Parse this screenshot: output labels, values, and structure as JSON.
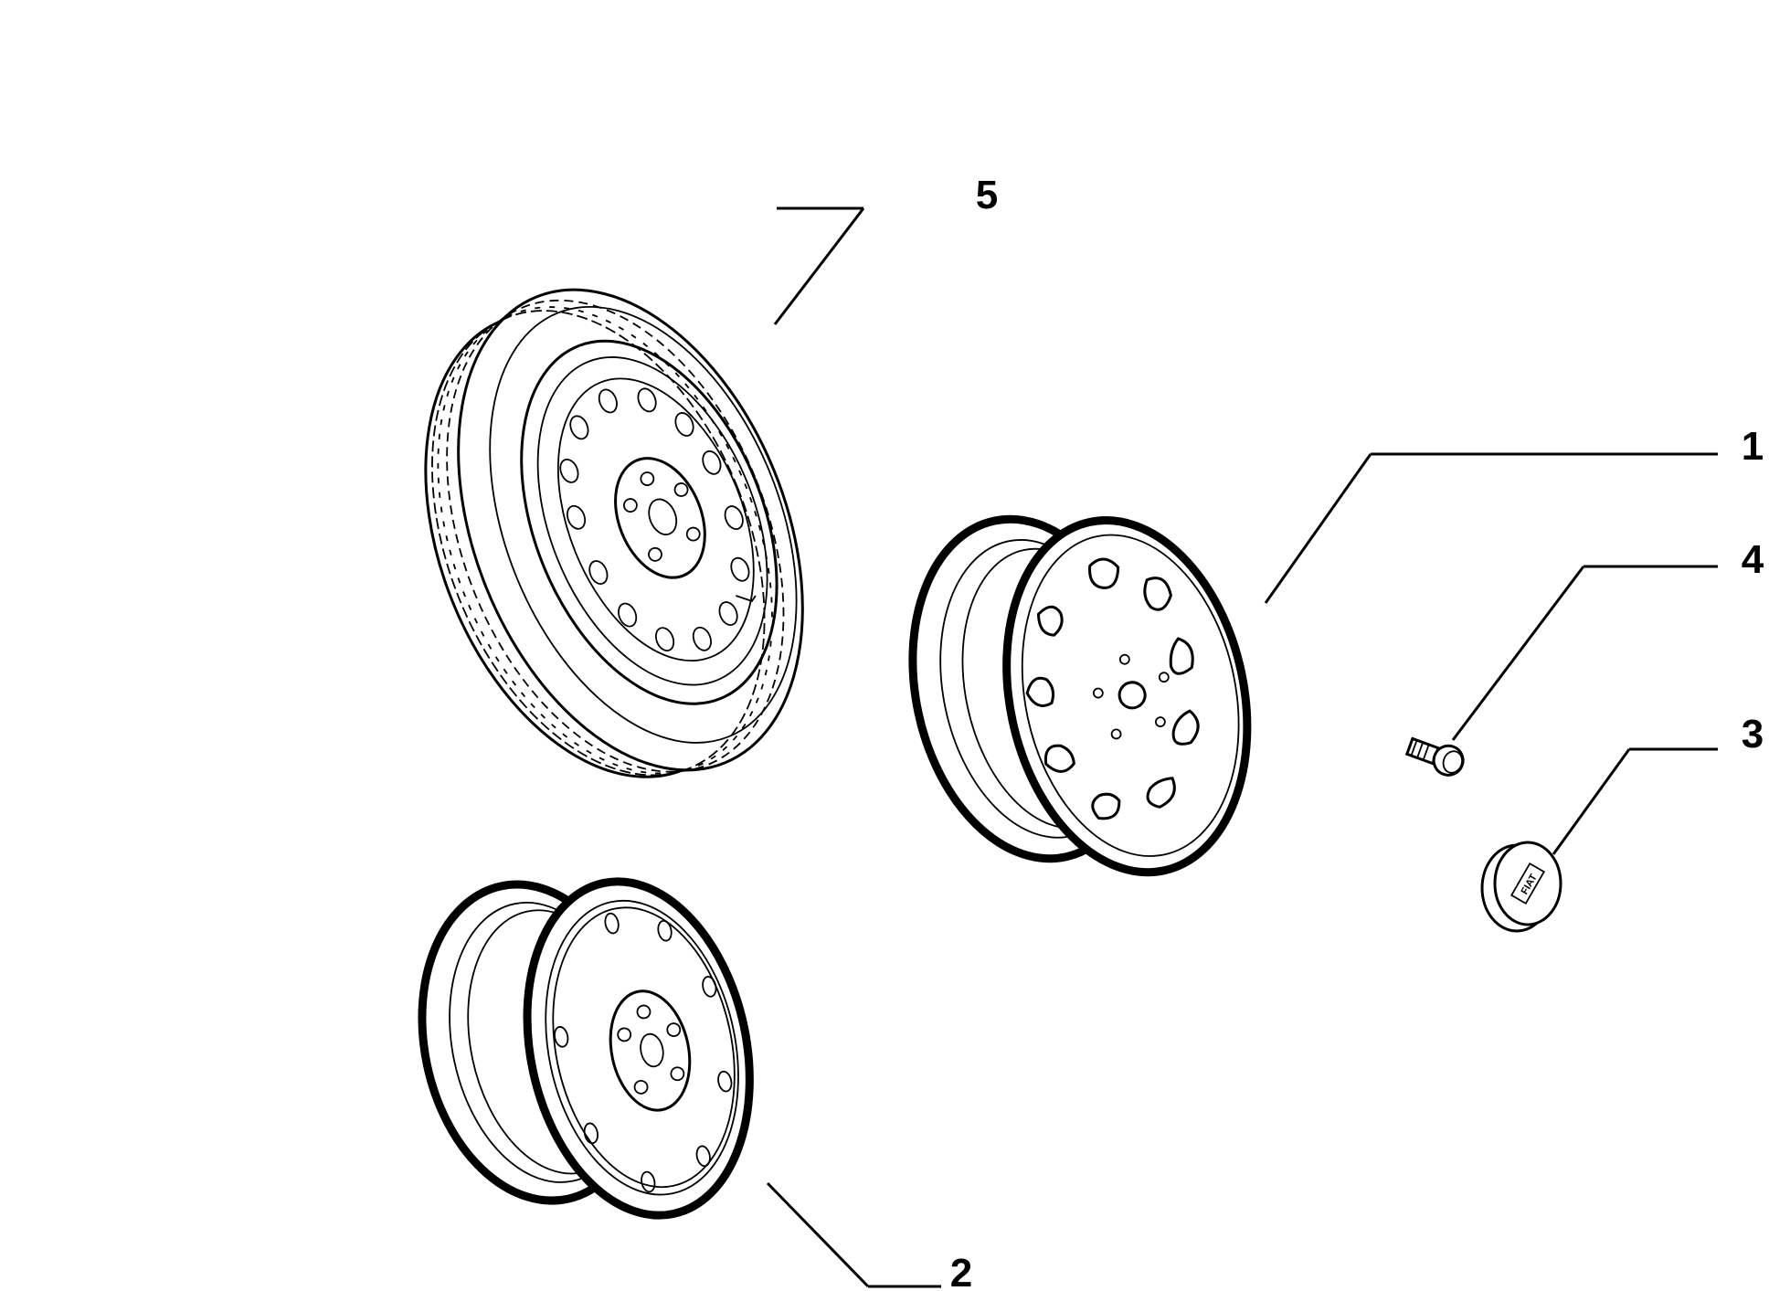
{
  "callouts": {
    "c1": "1",
    "c2": "2",
    "c3": "3",
    "c4": "4",
    "c5": "5"
  },
  "hubcap": {
    "logo_text": "FIAT"
  }
}
